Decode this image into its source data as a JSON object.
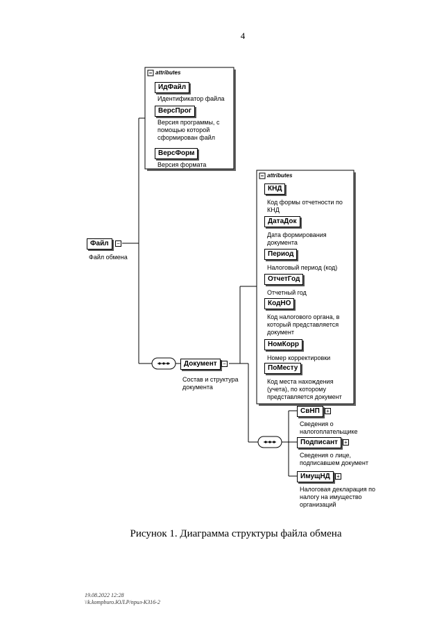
{
  "page_number": "4",
  "caption": "Рисунок 1. Диаграмма структуры файла обмена",
  "footer": {
    "line1": "19.08.2022 12:28",
    "line2": "\\\\k.kompburo.ЮЛ.Р/прил-КЗ16-2"
  },
  "attributes_label": "attributes",
  "root": {
    "name": "Файл",
    "desc": "Файл обмена"
  },
  "file_attrs": [
    {
      "name": "ИдФайл",
      "desc": [
        "Идентификатор файла"
      ]
    },
    {
      "name": "ВерсПрог",
      "desc": [
        "Версия программы, с",
        "помощью которой",
        "сформирован файл"
      ]
    },
    {
      "name": "ВерсФорм",
      "desc": [
        "Версия формата"
      ]
    }
  ],
  "document": {
    "name": "Документ",
    "desc": [
      "Состав и структура",
      "документа"
    ]
  },
  "doc_attrs": [
    {
      "name": "КНД",
      "desc": [
        "Код формы отчетности по",
        "КНД"
      ]
    },
    {
      "name": "ДатаДок",
      "desc": [
        "Дата формирования",
        "документа"
      ]
    },
    {
      "name": "Период",
      "desc": [
        "Налоговый период (код)"
      ]
    },
    {
      "name": "ОтчетГод",
      "desc": [
        "Отчетный год"
      ]
    },
    {
      "name": "КодНО",
      "desc": [
        "Код налогового органа, в",
        "который представляется",
        "документ"
      ]
    },
    {
      "name": "НомКорр",
      "desc": [
        "Номер корректировки"
      ]
    },
    {
      "name": "ПоМесту",
      "desc": [
        "Код места нахождения",
        "(учета), по которому",
        "представляется документ"
      ]
    }
  ],
  "children": [
    {
      "name": "СвНП",
      "desc": [
        "Сведения о",
        "налогоплательщике"
      ]
    },
    {
      "name": "Подписант",
      "desc": [
        "Сведения о лице,",
        "подписавшем документ"
      ]
    },
    {
      "name": "ИмущНД",
      "desc": [
        "Налоговая декларация по",
        "налогу на имущество",
        "организаций"
      ]
    }
  ]
}
